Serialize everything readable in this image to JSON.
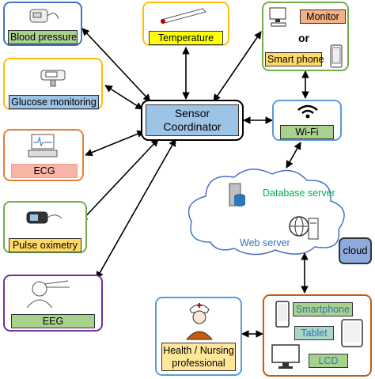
{
  "nodes": {
    "blood_pressure": "Blood pressure",
    "glucose": "Glucose monitoring",
    "ecg": "ECG",
    "pulse_oximetry": "Pulse oximetry",
    "eeg": "EEG",
    "temperature": "Temperature",
    "sensor_coordinator_line1": "Sensor",
    "sensor_coordinator_line2": "Coordinator",
    "monitor": "Monitor",
    "or": "or",
    "smart_phone": "Smart phone",
    "wifi": "Wi-Fi",
    "database_server": "Database server",
    "web_server": "Web server",
    "cloud": "cloud",
    "health_line1": "Health / Nursing",
    "health_line2": "professional",
    "smartphone": "Smartphone",
    "tablet": "Tablet",
    "lcd": "LCD"
  },
  "colors": {
    "green_label": "#a9d18e",
    "yellow_label": "#ffff00",
    "blue_label": "#9dc3e6",
    "salmon_label": "#f4b183",
    "orange_label": "#f4b183",
    "teal_label": "#a9d6c9",
    "pulse_label": "#ffd966",
    "health_label": "#ffe699",
    "border_blue": "#4472c4",
    "border_yellow": "#ffc000",
    "border_green": "#70ad47",
    "border_orange": "#ed7d31",
    "border_purple": "#7030a0",
    "border_teal": "#5b9bd5",
    "cloud_box": "#8faadc"
  }
}
